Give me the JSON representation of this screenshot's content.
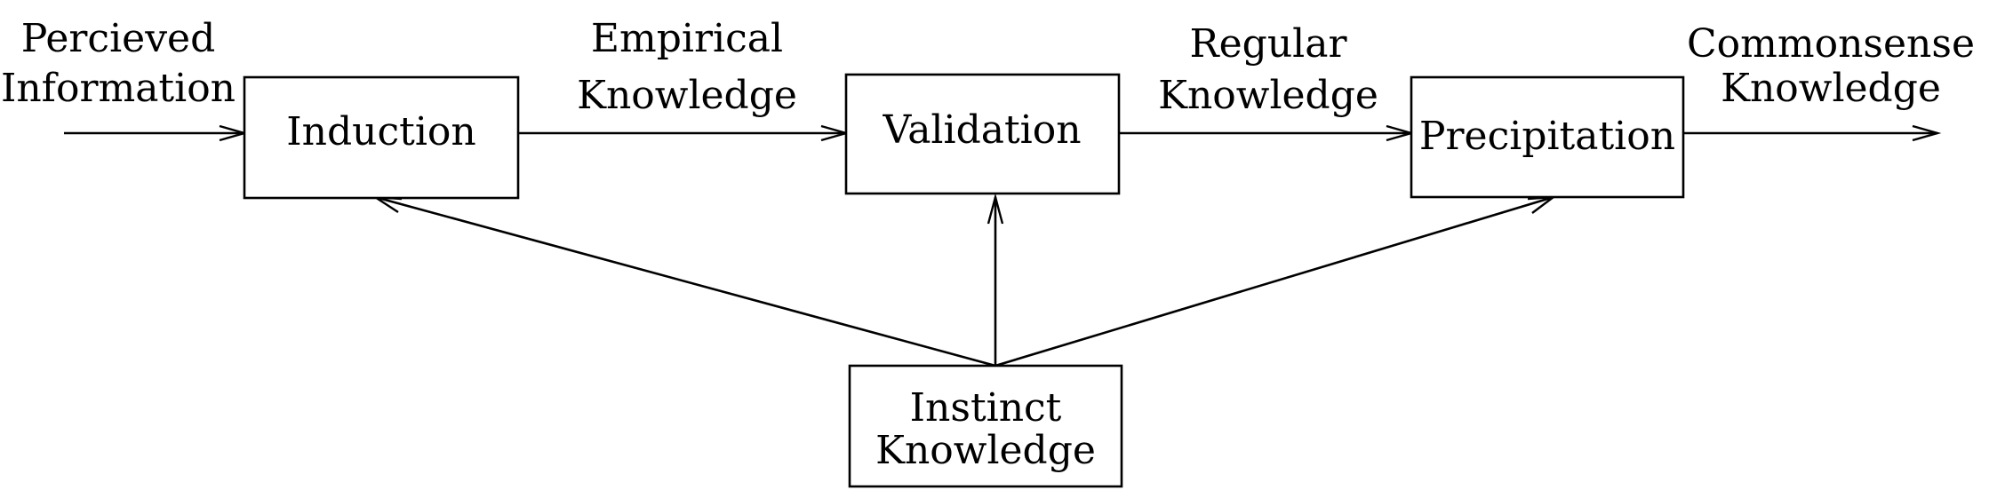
{
  "nodes": {
    "induction": "Induction",
    "validation": "Validation",
    "precipitation": "Precipitation",
    "instinct": [
      "Instinct",
      "Knowledge"
    ]
  },
  "edges": {
    "perceived_information": [
      "Percieved",
      "Information"
    ],
    "empirical_knowledge": [
      "Empirical",
      "Knowledge"
    ],
    "regular_knowledge": [
      "Regular",
      "Knowledge"
    ],
    "commonsense_knowledge": [
      "Commonsense",
      "Knowledge"
    ]
  }
}
